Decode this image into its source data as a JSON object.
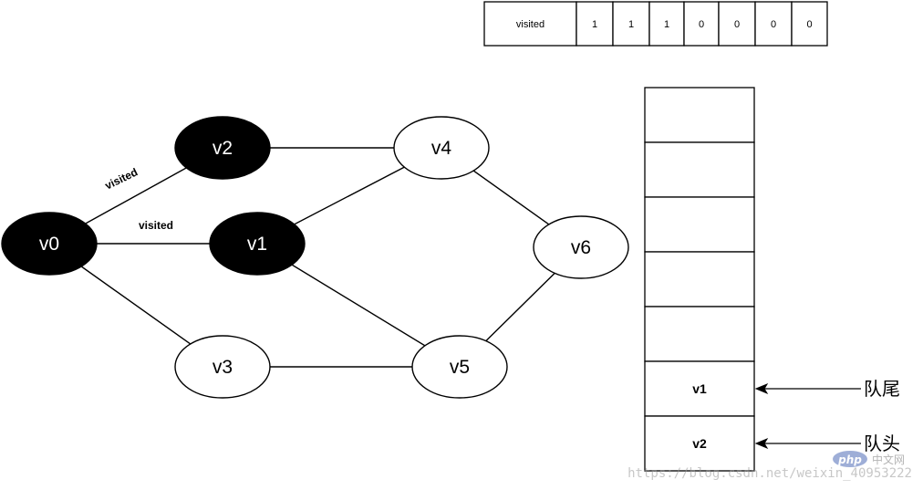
{
  "visited_array": {
    "header": "visited",
    "values": [
      "1",
      "1",
      "1",
      "0",
      "0",
      "0",
      "0"
    ]
  },
  "graph": {
    "nodes": [
      {
        "id": "v0",
        "label": "v0",
        "visited": true
      },
      {
        "id": "v1",
        "label": "v1",
        "visited": true
      },
      {
        "id": "v2",
        "label": "v2",
        "visited": true
      },
      {
        "id": "v3",
        "label": "v3",
        "visited": false
      },
      {
        "id": "v4",
        "label": "v4",
        "visited": false
      },
      {
        "id": "v5",
        "label": "v5",
        "visited": false
      },
      {
        "id": "v6",
        "label": "v6",
        "visited": false
      }
    ],
    "edges": [
      {
        "from": "v0",
        "to": "v2",
        "label": "visited"
      },
      {
        "from": "v0",
        "to": "v1",
        "label": "visited"
      },
      {
        "from": "v0",
        "to": "v3",
        "label": ""
      },
      {
        "from": "v2",
        "to": "v4",
        "label": ""
      },
      {
        "from": "v1",
        "to": "v4",
        "label": ""
      },
      {
        "from": "v1",
        "to": "v5",
        "label": ""
      },
      {
        "from": "v3",
        "to": "v5",
        "label": ""
      },
      {
        "from": "v4",
        "to": "v6",
        "label": ""
      },
      {
        "from": "v5",
        "to": "v6",
        "label": ""
      }
    ]
  },
  "queue": {
    "cells": [
      "",
      "",
      "",
      "",
      "",
      "v1",
      "v2"
    ],
    "tail_label": "队尾",
    "head_label": "队头"
  },
  "watermark": {
    "url_text": "https://blog.csdn.net/weixin_40953222",
    "logo_text": "php",
    "site_text": "中文网"
  },
  "colors": {
    "visited_fill": "#000000",
    "visited_text": "#ffffff",
    "unvisited_fill": "#ffffff",
    "unvisited_text": "#000000",
    "stroke": "#000000",
    "watermark_logo": "#4f6db8"
  }
}
